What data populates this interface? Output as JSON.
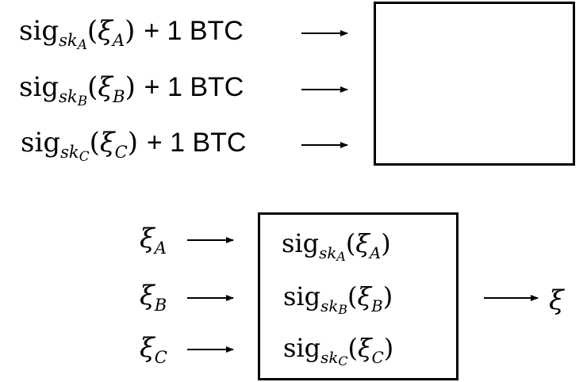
{
  "top": {
    "rows": [
      {
        "sig": "sig",
        "sk": "sk",
        "key_sub": "A",
        "open": "(",
        "xi": "ξ",
        "xi_sub": "A",
        "close": ")",
        "amount": "+ 1 BTC"
      },
      {
        "sig": "sig",
        "sk": "sk",
        "key_sub": "B",
        "open": "(",
        "xi": "ξ",
        "xi_sub": "B",
        "close": ")",
        "amount": "+ 1 BTC"
      },
      {
        "sig": "sig",
        "sk": "sk",
        "key_sub": "C",
        "open": "(",
        "xi": "ξ",
        "xi_sub": "C",
        "close": ")",
        "amount": "+ 1 BTC"
      }
    ]
  },
  "bottom": {
    "inputs": [
      {
        "xi": "ξ",
        "sub": "A"
      },
      {
        "xi": "ξ",
        "sub": "B"
      },
      {
        "xi": "ξ",
        "sub": "C"
      }
    ],
    "signatures": [
      {
        "sig": "sig",
        "sk": "sk",
        "key_sub": "A",
        "open": "(",
        "xi": "ξ",
        "xi_sub": "A",
        "close": ")"
      },
      {
        "sig": "sig",
        "sk": "sk",
        "key_sub": "B",
        "open": "(",
        "xi": "ξ",
        "xi_sub": "B",
        "close": ")"
      },
      {
        "sig": "sig",
        "sk": "sk",
        "key_sub": "C",
        "open": "(",
        "xi": "ξ",
        "xi_sub": "C",
        "close": ")"
      }
    ],
    "output": "ξ"
  }
}
